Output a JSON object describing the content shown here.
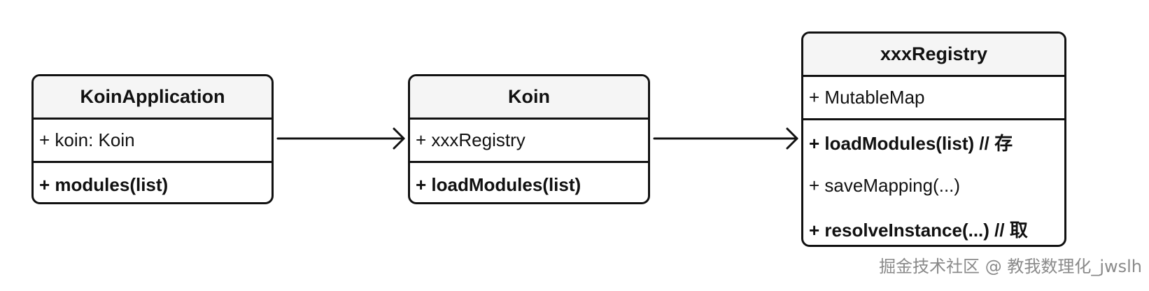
{
  "classes": {
    "koin_application": {
      "name": "KoinApplication",
      "attributes": [
        "+ koin: Koin"
      ],
      "methods": [
        "+ modules(list)"
      ]
    },
    "koin": {
      "name": "Koin",
      "attributes": [
        "+ xxxRegistry"
      ],
      "methods": [
        "+ loadModules(list)"
      ]
    },
    "registry": {
      "name": "xxxRegistry",
      "attributes": [
        "+ MutableMap"
      ],
      "methods": [
        "+ loadModules(list) // 存",
        "+ saveMapping(...)",
        "+ resolveInstance(...) // 取"
      ]
    }
  },
  "watermark": "掘金技术社区 @ 教我数理化_jwslh",
  "colors": {
    "stroke": "#111111",
    "header_fill": "#f5f5f5",
    "watermark": "#8a8a8a"
  }
}
